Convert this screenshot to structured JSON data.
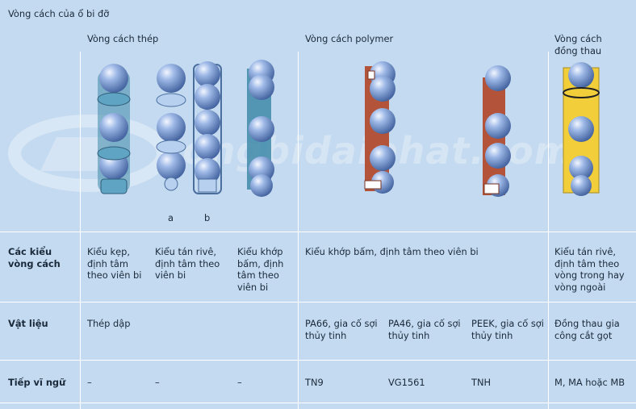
{
  "page": {
    "title": "Vòng cách của ổ bi đỡ",
    "watermark": "vongbidaiphat.com"
  },
  "columns": {
    "steel": "Vòng cách thép",
    "polymer": "Vòng cách polymer",
    "brass": "Vòng cách đồng thau"
  },
  "figure_labels": {
    "a": "a",
    "b": "b"
  },
  "rows": {
    "types": {
      "label": "Các kiểu vòng cách",
      "cells": [
        "Kiểu kẹp, định tâm theo viên bi",
        "Kiểu tán rivê, định tâm theo viên bi",
        "Kiểu khớp bấm, định tâm theo viên bi",
        "Kiểu khớp bấm, định tâm theo viên bi",
        "Kiểu tán rivê, định tâm theo vòng trong hay vòng ngoài"
      ]
    },
    "material": {
      "label": "Vật liệu",
      "cells": [
        "Thép dập",
        "PA66, gia cố sợi thủy tinh",
        "PA46, gia cố sợi thủy tinh",
        "PEEK, gia cố sợi thủy tinh",
        "Đồng thau gia công cắt gọt"
      ]
    },
    "suffix": {
      "label": "Tiếp vĩ ngữ",
      "cells": [
        "–",
        "–",
        "–",
        "TN9",
        "VG1561",
        "TNH",
        "M, MA hoặc MB"
      ]
    }
  },
  "colors": {
    "background": "#c4daf0",
    "ball": "#7a9ed6",
    "steel_cage": "#3f8aa8",
    "polymer_cage": "#b3543a",
    "brass_cage": "#f2cf3a"
  }
}
